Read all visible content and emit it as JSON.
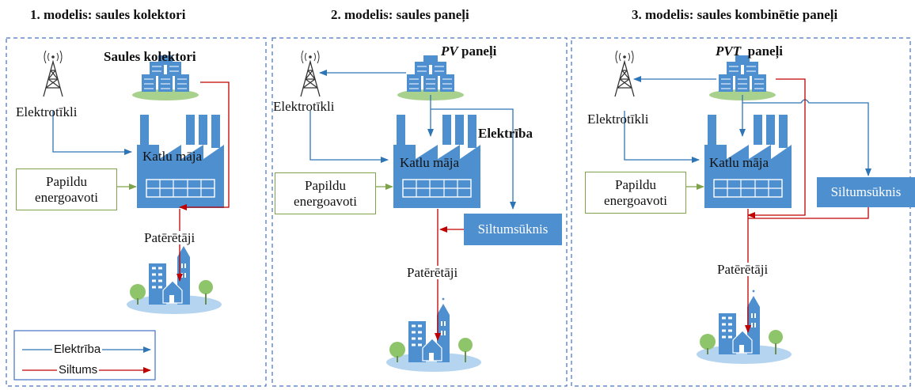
{
  "panels": [
    {
      "title": "1. modelis: saules kolektori",
      "source_label": "Saules kolektori",
      "grid_label": "Elektrotīkli",
      "boiler_label": "Katlu māja",
      "fuel_label": "Papildu energoavoti",
      "consumers_label": "Patērētāji"
    },
    {
      "title": "2. modelis: saules paneļi",
      "source_label_em": "PV",
      "source_label_rest": " paneļi",
      "grid_label": "Elektrotīkli",
      "electricity_label": "Elektrība",
      "boiler_label": "Katlu māja",
      "fuel_label": "Papildu energoavoti",
      "heatpump_label": "Siltumsūknis",
      "consumers_label": "Patērētāji"
    },
    {
      "title": "3. modelis: saules kombinētie paneļi",
      "source_label_em": "PVT",
      "source_label_rest": "  paneļi",
      "grid_label": "Elektrotīkli",
      "boiler_label": "Katlu māja",
      "fuel_label": "Papildu energoavoti",
      "heatpump_label": "Siltumsūknis",
      "consumers_label": "Patērētāji"
    }
  ],
  "legend": {
    "electricity": "Elektrība",
    "heat": "Siltums"
  },
  "colors": {
    "electricity": "#2e75b6",
    "heat": "#c00000",
    "icon": "#4e8fcf",
    "ground": "#b5d4ef",
    "tree": "#8fc56a",
    "pad": "#a9d18e",
    "fuel_border": "#7fa34a",
    "frame": "#4472c4"
  }
}
